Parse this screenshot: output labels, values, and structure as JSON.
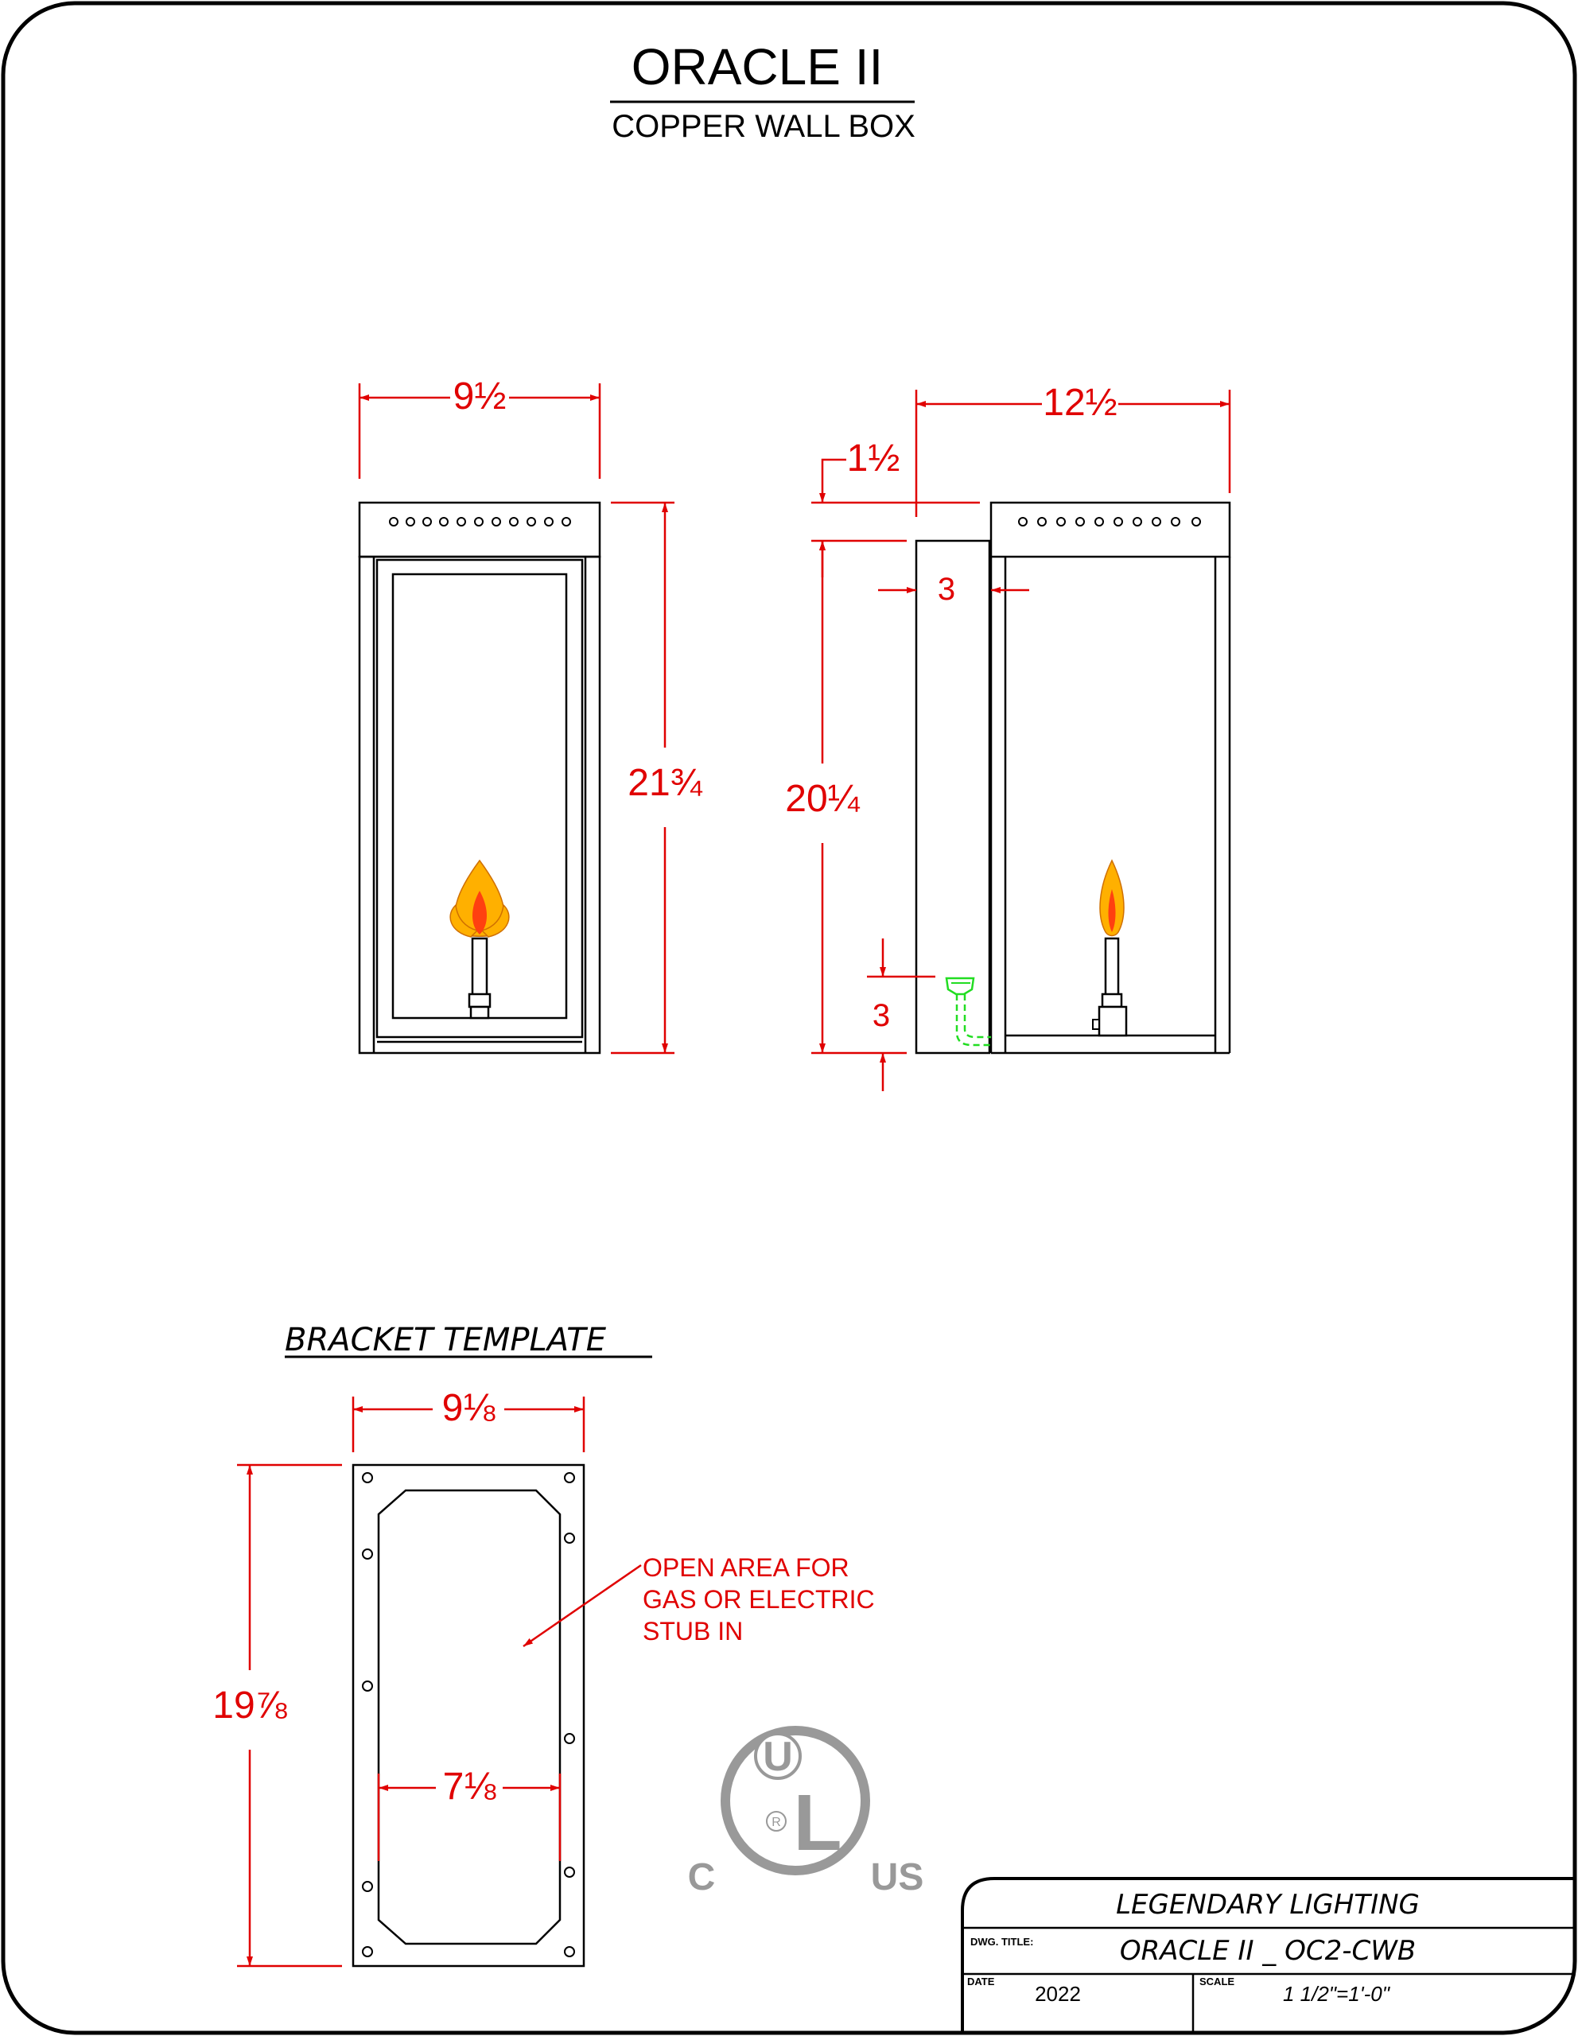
{
  "title": "ORACLE II",
  "subtitle": "COPPER WALL BOX",
  "front_view": {
    "width_dim": "9½",
    "height_dim": "21¾"
  },
  "side_view": {
    "depth_dim": "12½",
    "offset_dim": "1½",
    "spacer_dim": "3",
    "height_dim": "20¼",
    "bottom_dim": "3"
  },
  "bracket": {
    "label": "BRACKET TEMPLATE",
    "width_dim": "9⅛",
    "height_dim": "19⅞",
    "inner_width_dim": "7⅛",
    "note_lines": [
      "OPEN AREA FOR",
      "GAS OR ELECTRIC",
      "STUB IN"
    ]
  },
  "certification": {
    "logo_letters": "UL",
    "left_mark": "C",
    "right_mark": "US",
    "registered": "R"
  },
  "title_block": {
    "company": "LEGENDARY LIGHTING",
    "dwg_title_label": "DWG. TITLE:",
    "dwg_title": "ORACLE II _ OC2-CWB",
    "date_label": "DATE",
    "date": "2022",
    "scale_label": "SCALE",
    "scale": "1 1/2\"=1'-0\""
  },
  "colors": {
    "dimension": "#e00000",
    "gas_line": "#22dd22",
    "flame_outer": "#ffb000",
    "flame_inner": "#ff4010",
    "logo": "#999999"
  }
}
